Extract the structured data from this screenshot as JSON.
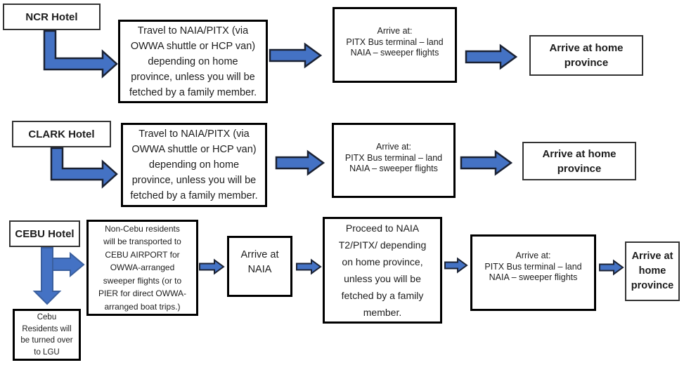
{
  "diagram": {
    "ncr": {
      "hotel": "NCR Hotel",
      "travel": "Travel to NAIA/PITX (via\nOWWA shuttle or HCP van)\ndepending on home\nprovince, unless you will be\nfetched by a family member.",
      "arrive": "Arrive at:\nPITX Bus terminal – land\nNAIA – sweeper flights",
      "home": "Arrive at home\nprovince"
    },
    "clark": {
      "hotel": "CLARK Hotel",
      "travel": "Travel to NAIA/PITX (via\nOWWA shuttle or HCP van)\ndepending on home\nprovince, unless you will be\nfetched by a family member.",
      "arrive": "Arrive at:\nPITX Bus terminal – land\nNAIA – sweeper flights",
      "home": "Arrive at home\nprovince"
    },
    "cebu": {
      "hotel": "CEBU Hotel",
      "noncebu": "Non-Cebu residents\nwill be transported to\nCEBU AIRPORT for\nOWWA-arranged\nsweeper flights (or to\nPIER for direct OWWA-\narranged boat trips.)",
      "lgu": "Cebu\nResidents will\nbe turned over\nto LGU",
      "arrive_naia": "Arrive at\nNAIA",
      "proceed": "Proceed to NAIA\nT2/PITX/ depending\non home province,\nunless you will be\nfetched by a family\nmember.",
      "arrive": "Arrive at:\nPITX Bus terminal – land\nNAIA – sweeper flights",
      "home": "Arrive at\nhome\nprovince"
    },
    "colors": {
      "arrow_fill": "#4472C4",
      "arrow_outline_dark": "#1b2233",
      "arrow_outline_blue": "#3a5f9e",
      "box_border_thick": "#000000",
      "box_border_thin": "#333333"
    }
  }
}
